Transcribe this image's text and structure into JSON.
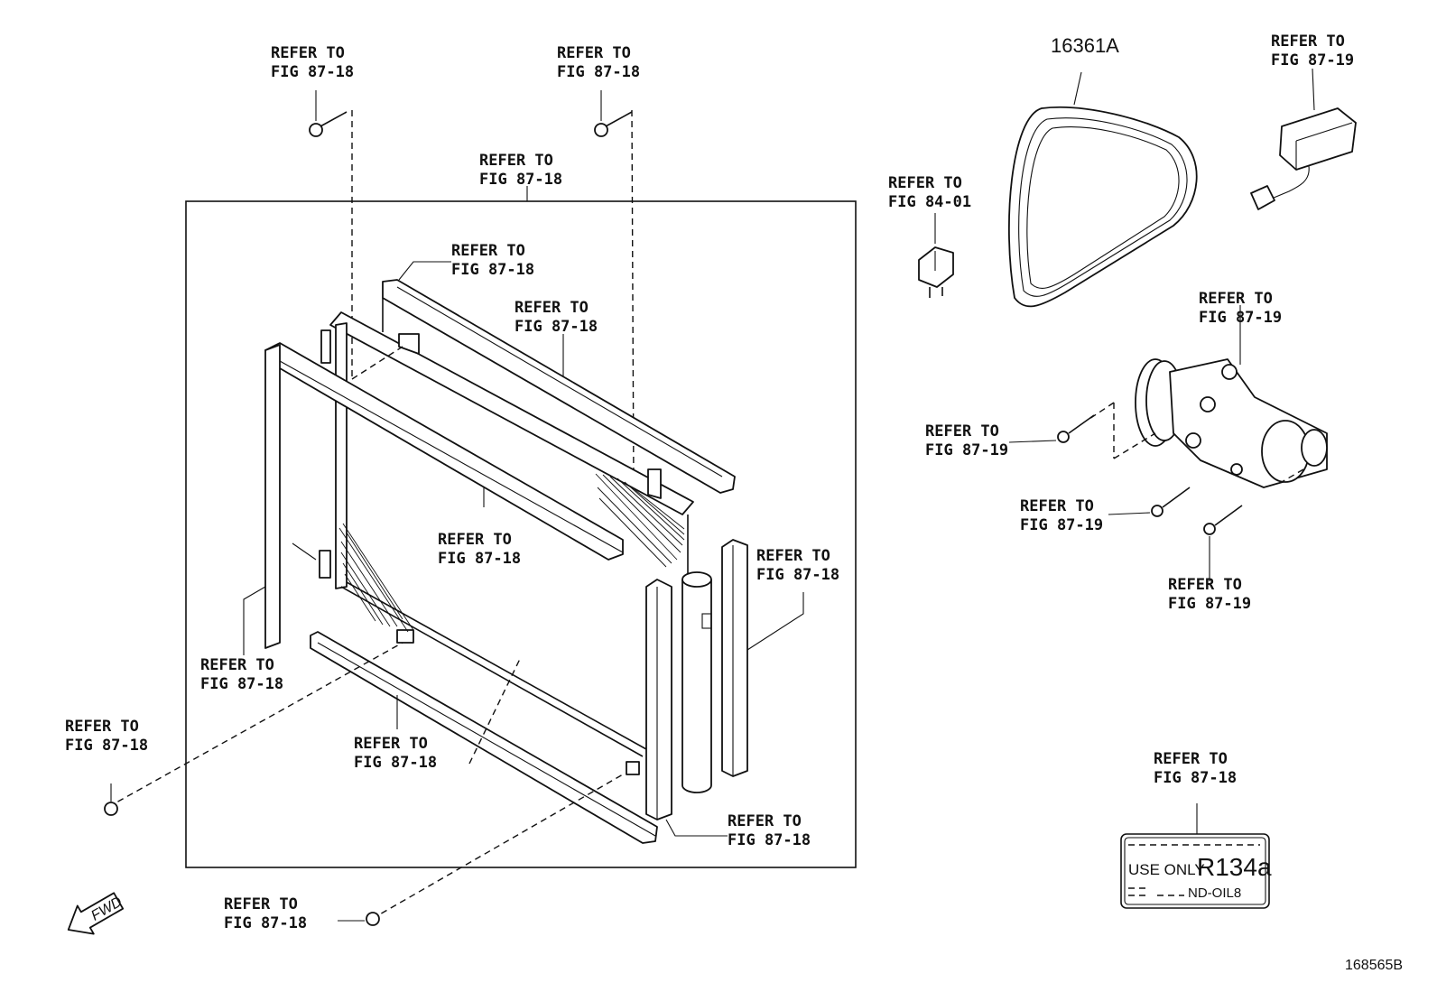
{
  "callouts": [
    {
      "line1": "REFER TO",
      "line2": "FIG 87-18"
    },
    {
      "line1": "REFER TO",
      "line2": "FIG 87-18"
    },
    {
      "line1": "REFER TO",
      "line2": "FIG 87-18"
    },
    {
      "line1": "REFER TO",
      "line2": "FIG 87-18"
    },
    {
      "line1": "REFER TO",
      "line2": "FIG 87-18"
    },
    {
      "line1": "REFER TO",
      "line2": "FIG 87-18"
    },
    {
      "line1": "REFER TO",
      "line2": "FIG 87-18"
    },
    {
      "line1": "REFER TO",
      "line2": "FIG 87-18"
    },
    {
      "line1": "REFER TO",
      "line2": "FIG 87-18"
    },
    {
      "line1": "REFER TO",
      "line2": "FIG 87-18"
    },
    {
      "line1": "REFER TO",
      "line2": "FIG 87-18"
    },
    {
      "line1": "REFER TO",
      "line2": "FIG 87-18"
    },
    {
      "line1": "REFER TO",
      "line2": "FIG 84-01"
    },
    {
      "line1": "REFER TO",
      "line2": "FIG 87-19"
    },
    {
      "line1": "REFER TO",
      "line2": "FIG 87-19"
    },
    {
      "line1": "REFER TO",
      "line2": "FIG 87-19"
    },
    {
      "line1": "REFER TO",
      "line2": "FIG 87-19"
    },
    {
      "line1": "REFER TO",
      "line2": "FIG 87-19"
    },
    {
      "line1": "REFER TO",
      "line2": "FIG 87-18"
    }
  ],
  "part_number": "16361A",
  "label_tag": {
    "line1": "USE ONLY",
    "refrigerant": "R134a",
    "oil": "ND-OIL8"
  },
  "fwd_arrow": "FWD",
  "figure_number": "168565B",
  "colors": {
    "ink": "#111111",
    "background": "#ffffff"
  }
}
